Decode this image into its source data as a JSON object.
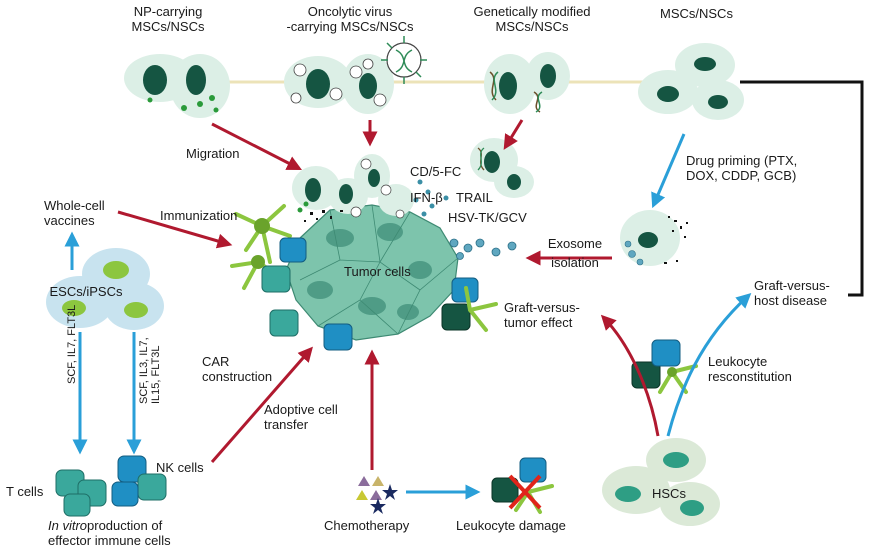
{
  "labels": {
    "np_carrying_1": "NP-carrying",
    "np_carrying_2": "MSCs/NSCs",
    "oncolytic_1": "Oncolytic virus",
    "oncolytic_2": "-carrying MSCs/NSCs",
    "genetic_1": "Genetically modified",
    "genetic_2": "MSCs/NSCs",
    "mscs_nscs": "MSCs/NSCs",
    "migration": "Migration",
    "drug_priming_1": "Drug priming (PTX,",
    "drug_priming_2": "DOX, CDDP, GCB)",
    "cd5fc": "CD/5-FC",
    "ifn": "IFN-β",
    "trail": "TRAIL",
    "hsvtk": "HSV-TK/GCV",
    "whole_cell_1": "Whole-cell",
    "whole_cell_2": "vaccines",
    "immunization": "Immunization",
    "exosome_1": "Exosome",
    "exosome_2": "isolation",
    "tumor_cells": "Tumor cells",
    "gvhd_1": "Graft-versus-",
    "gvhd_2": "host disease",
    "esc_ipsc": "ESCs/iPSCs",
    "gvt_1": "Graft-versus-",
    "gvt_2": "tumor effect",
    "car_1": "CAR",
    "car_2": "construction",
    "adoptive_1": "Adoptive cell",
    "adoptive_2": "transfer",
    "leuk_recon_1": "Leukocyte",
    "leuk_recon_2": "resconstitution",
    "scf_left": "SCF, IL7, FLT3L",
    "scf_right_1": "SCF, IL3, IL7,",
    "scf_right_2": "IL15, FLT3L",
    "nk_cells": "NK cells",
    "t_cells": "T cells",
    "in_vitro": "In vitro",
    "production_1": "production of",
    "production_2": "effector immune cells",
    "chemotherapy": "Chemotherapy",
    "leukocyte_damage": "Leukocyte damage",
    "hscs": "HSCs"
  },
  "colors": {
    "red_arrow": "#b0192f",
    "blue_arrow": "#2a9fd8",
    "stem_cell": "#dcefe6",
    "stem_nucleus": "#155542",
    "tumor": "#7dc4ac",
    "tumor_dark": "#4f9c86",
    "esc_blue": "#c8e3ef",
    "esc_nucleus": "#8cc63f",
    "immune_teal": "#3aa89c",
    "immune_blue": "#1f8fc4",
    "dendritic": "#8cc63f",
    "hsc_cell": "#dbe9d7",
    "hsc_nucleus": "#2e9e84"
  }
}
